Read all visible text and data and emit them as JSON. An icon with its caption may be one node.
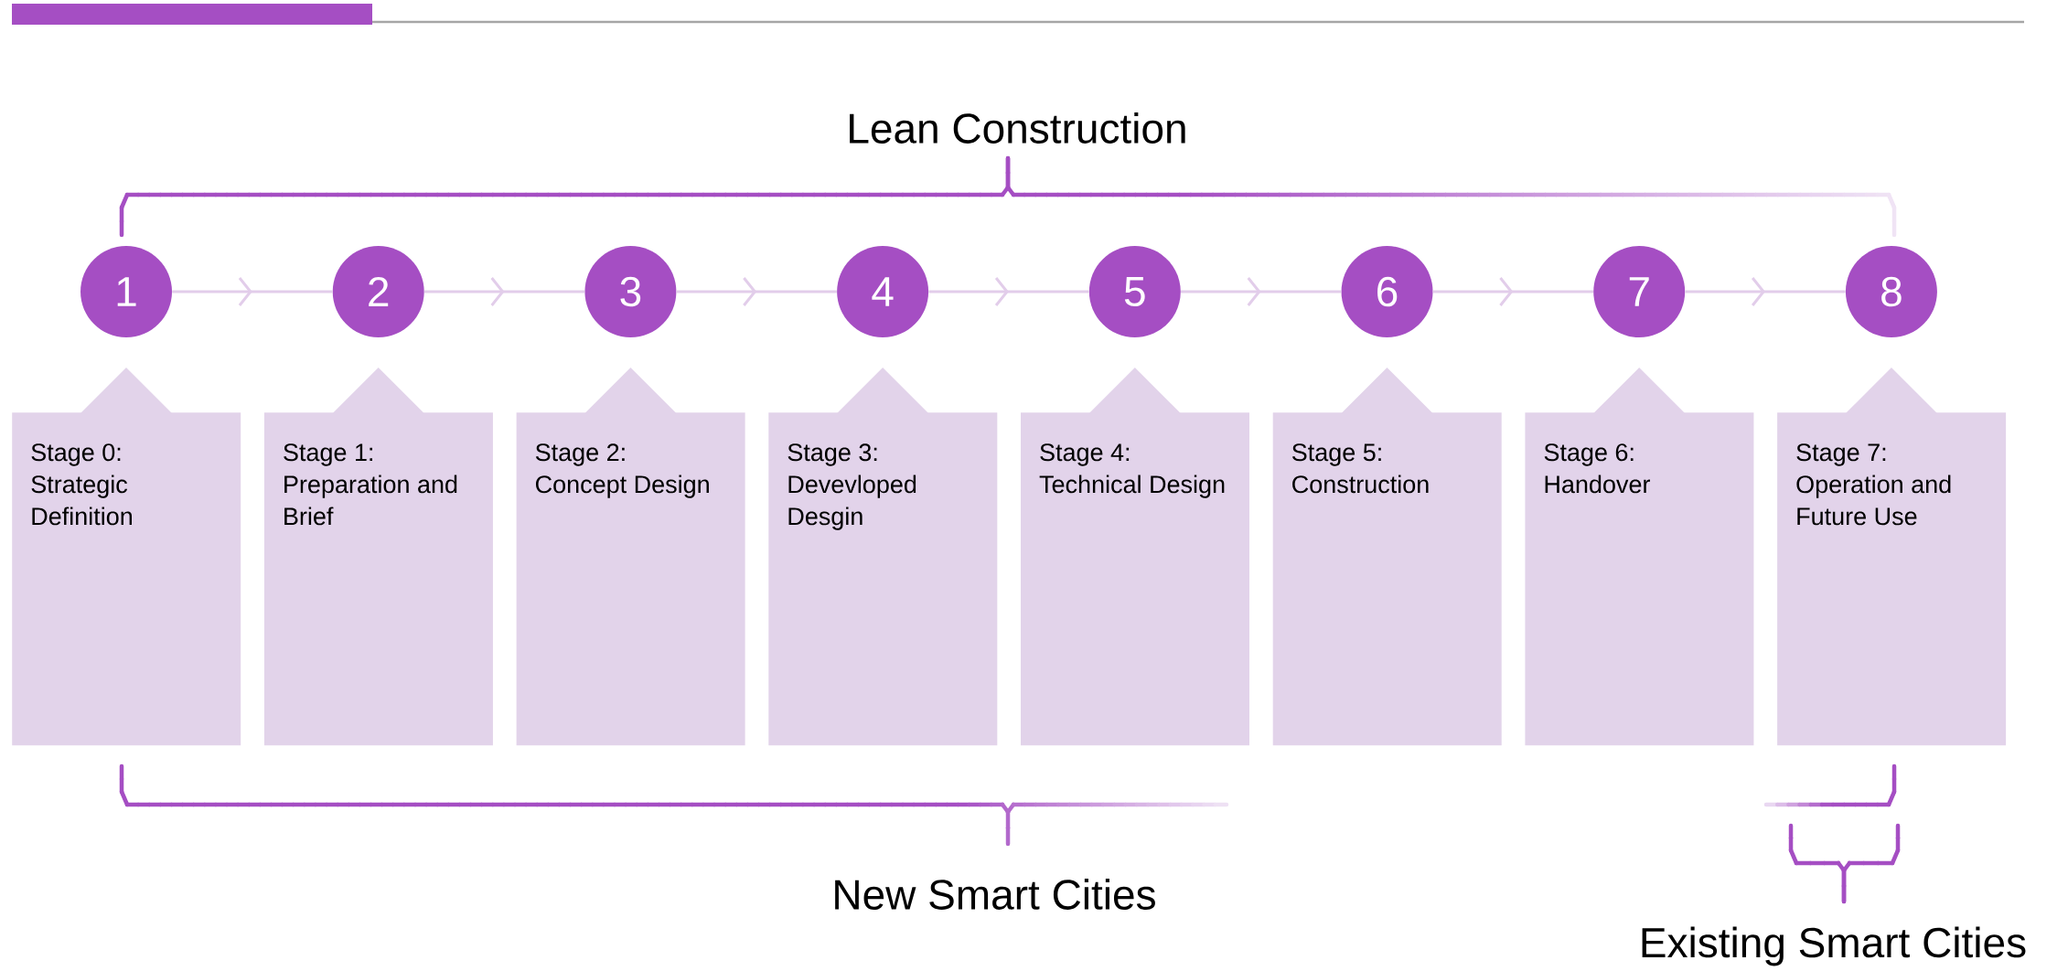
{
  "diagram": {
    "nodes": [
      {
        "text": [
          "1"
        ]
      },
      {
        "text": [
          "2"
        ]
      },
      {
        "text": [
          "3"
        ]
      },
      {
        "text": [
          "4"
        ]
      },
      {
        "text": [
          "5"
        ]
      },
      {
        "text": [
          "6"
        ]
      },
      {
        "text": [
          "7"
        ]
      },
      {
        "text": [
          "8"
        ]
      },
      {
        "text": [
          "Stage 0: Strategic Definition"
        ]
      },
      {
        "text": [
          "Stage 1: Preparation and Brief"
        ]
      },
      {
        "text": [
          "Stage 2: Concept Design"
        ]
      },
      {
        "text": [
          "Stage 3: Devevloped Desgin"
        ]
      },
      {
        "text": [
          "Stage 4: Technical Design"
        ]
      },
      {
        "text": [
          "Stage 5: Construction"
        ]
      },
      {
        "text": [
          "Stage 6: Handover"
        ]
      },
      {
        "text": [
          "Stage 7: Operation and Future Use"
        ]
      }
    ],
    "edges": [
      {
        "from": 0,
        "to": 1,
        "arrow": "to"
      },
      {
        "from": 1,
        "to": 2,
        "arrow": "to"
      },
      {
        "from": 2,
        "to": 3,
        "arrow": "to"
      },
      {
        "from": 3,
        "to": 4,
        "arrow": "to"
      },
      {
        "from": 4,
        "to": 5,
        "arrow": "to"
      },
      {
        "from": 5,
        "to": 6,
        "arrow": "to"
      },
      {
        "from": 6,
        "to": 7,
        "arrow": "to"
      }
    ],
    "labels": [
      "Lean Construction",
      "New Smart Cities",
      "Existing Smart Cities"
    ]
  }
}
